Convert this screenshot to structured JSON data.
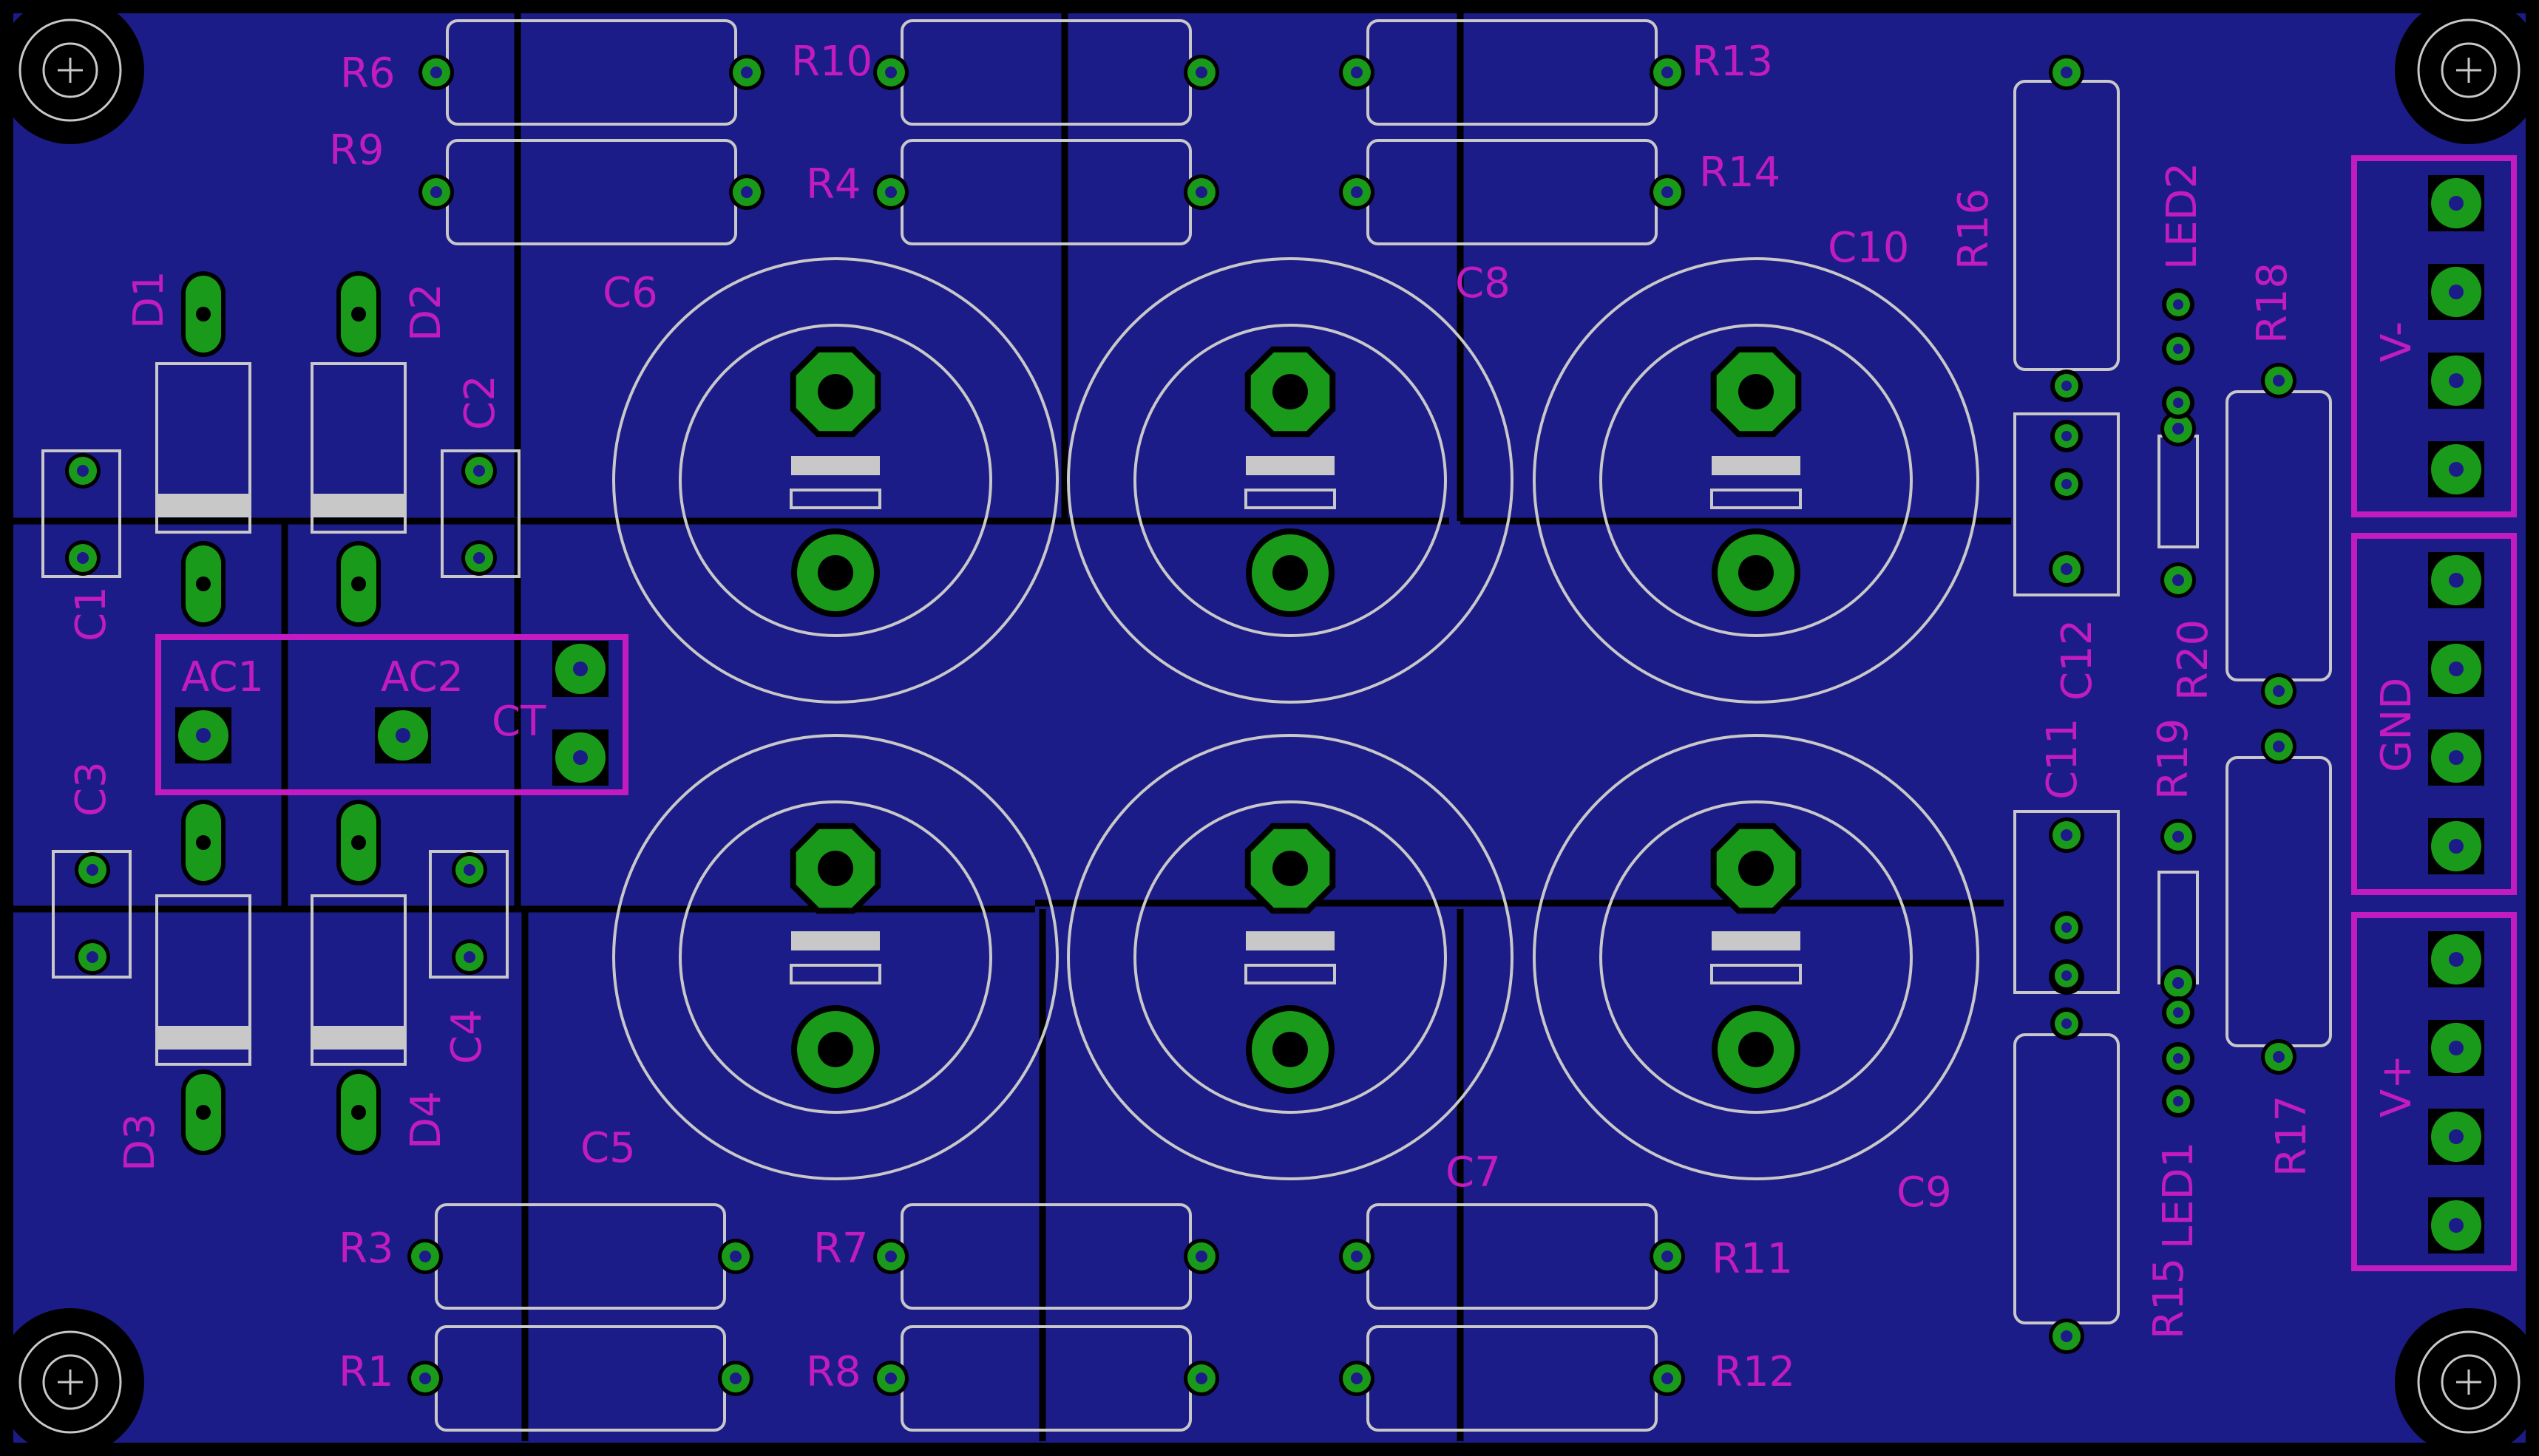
{
  "colors": {
    "board": "#1c1c88",
    "board_edge": "#000000",
    "trace": "#000000",
    "pad": "#1a9a1a",
    "silk": "#c8c8c8",
    "label": "#c21bc2",
    "connector": "#c21bc2"
  },
  "labels": {
    "R6": "R6",
    "R9": "R9",
    "R10": "R10",
    "R4": "R4",
    "R13": "R13",
    "R14": "R14",
    "R16": "R16",
    "LED2": "LED2",
    "R18": "R18",
    "C6": "C6",
    "C8": "C8",
    "C10": "C10",
    "D1": "D1",
    "D2": "D2",
    "C2": "C2",
    "C1": "C1",
    "AC1": "AC1",
    "AC2": "AC2",
    "CT": "CT",
    "C12": "C12",
    "R20": "R20",
    "C11": "C11",
    "R19": "R19",
    "C3": "C3",
    "C4": "C4",
    "D3": "D3",
    "D4": "D4",
    "C5": "C5",
    "C7": "C7",
    "C9": "C9",
    "R3": "R3",
    "R7": "R7",
    "R11": "R11",
    "R1": "R1",
    "R8": "R8",
    "R12": "R12",
    "R15": "R15",
    "LED1": "LED1",
    "R17": "R17",
    "V_minus": "V-",
    "GND": "GND",
    "V_plus": "V+"
  }
}
